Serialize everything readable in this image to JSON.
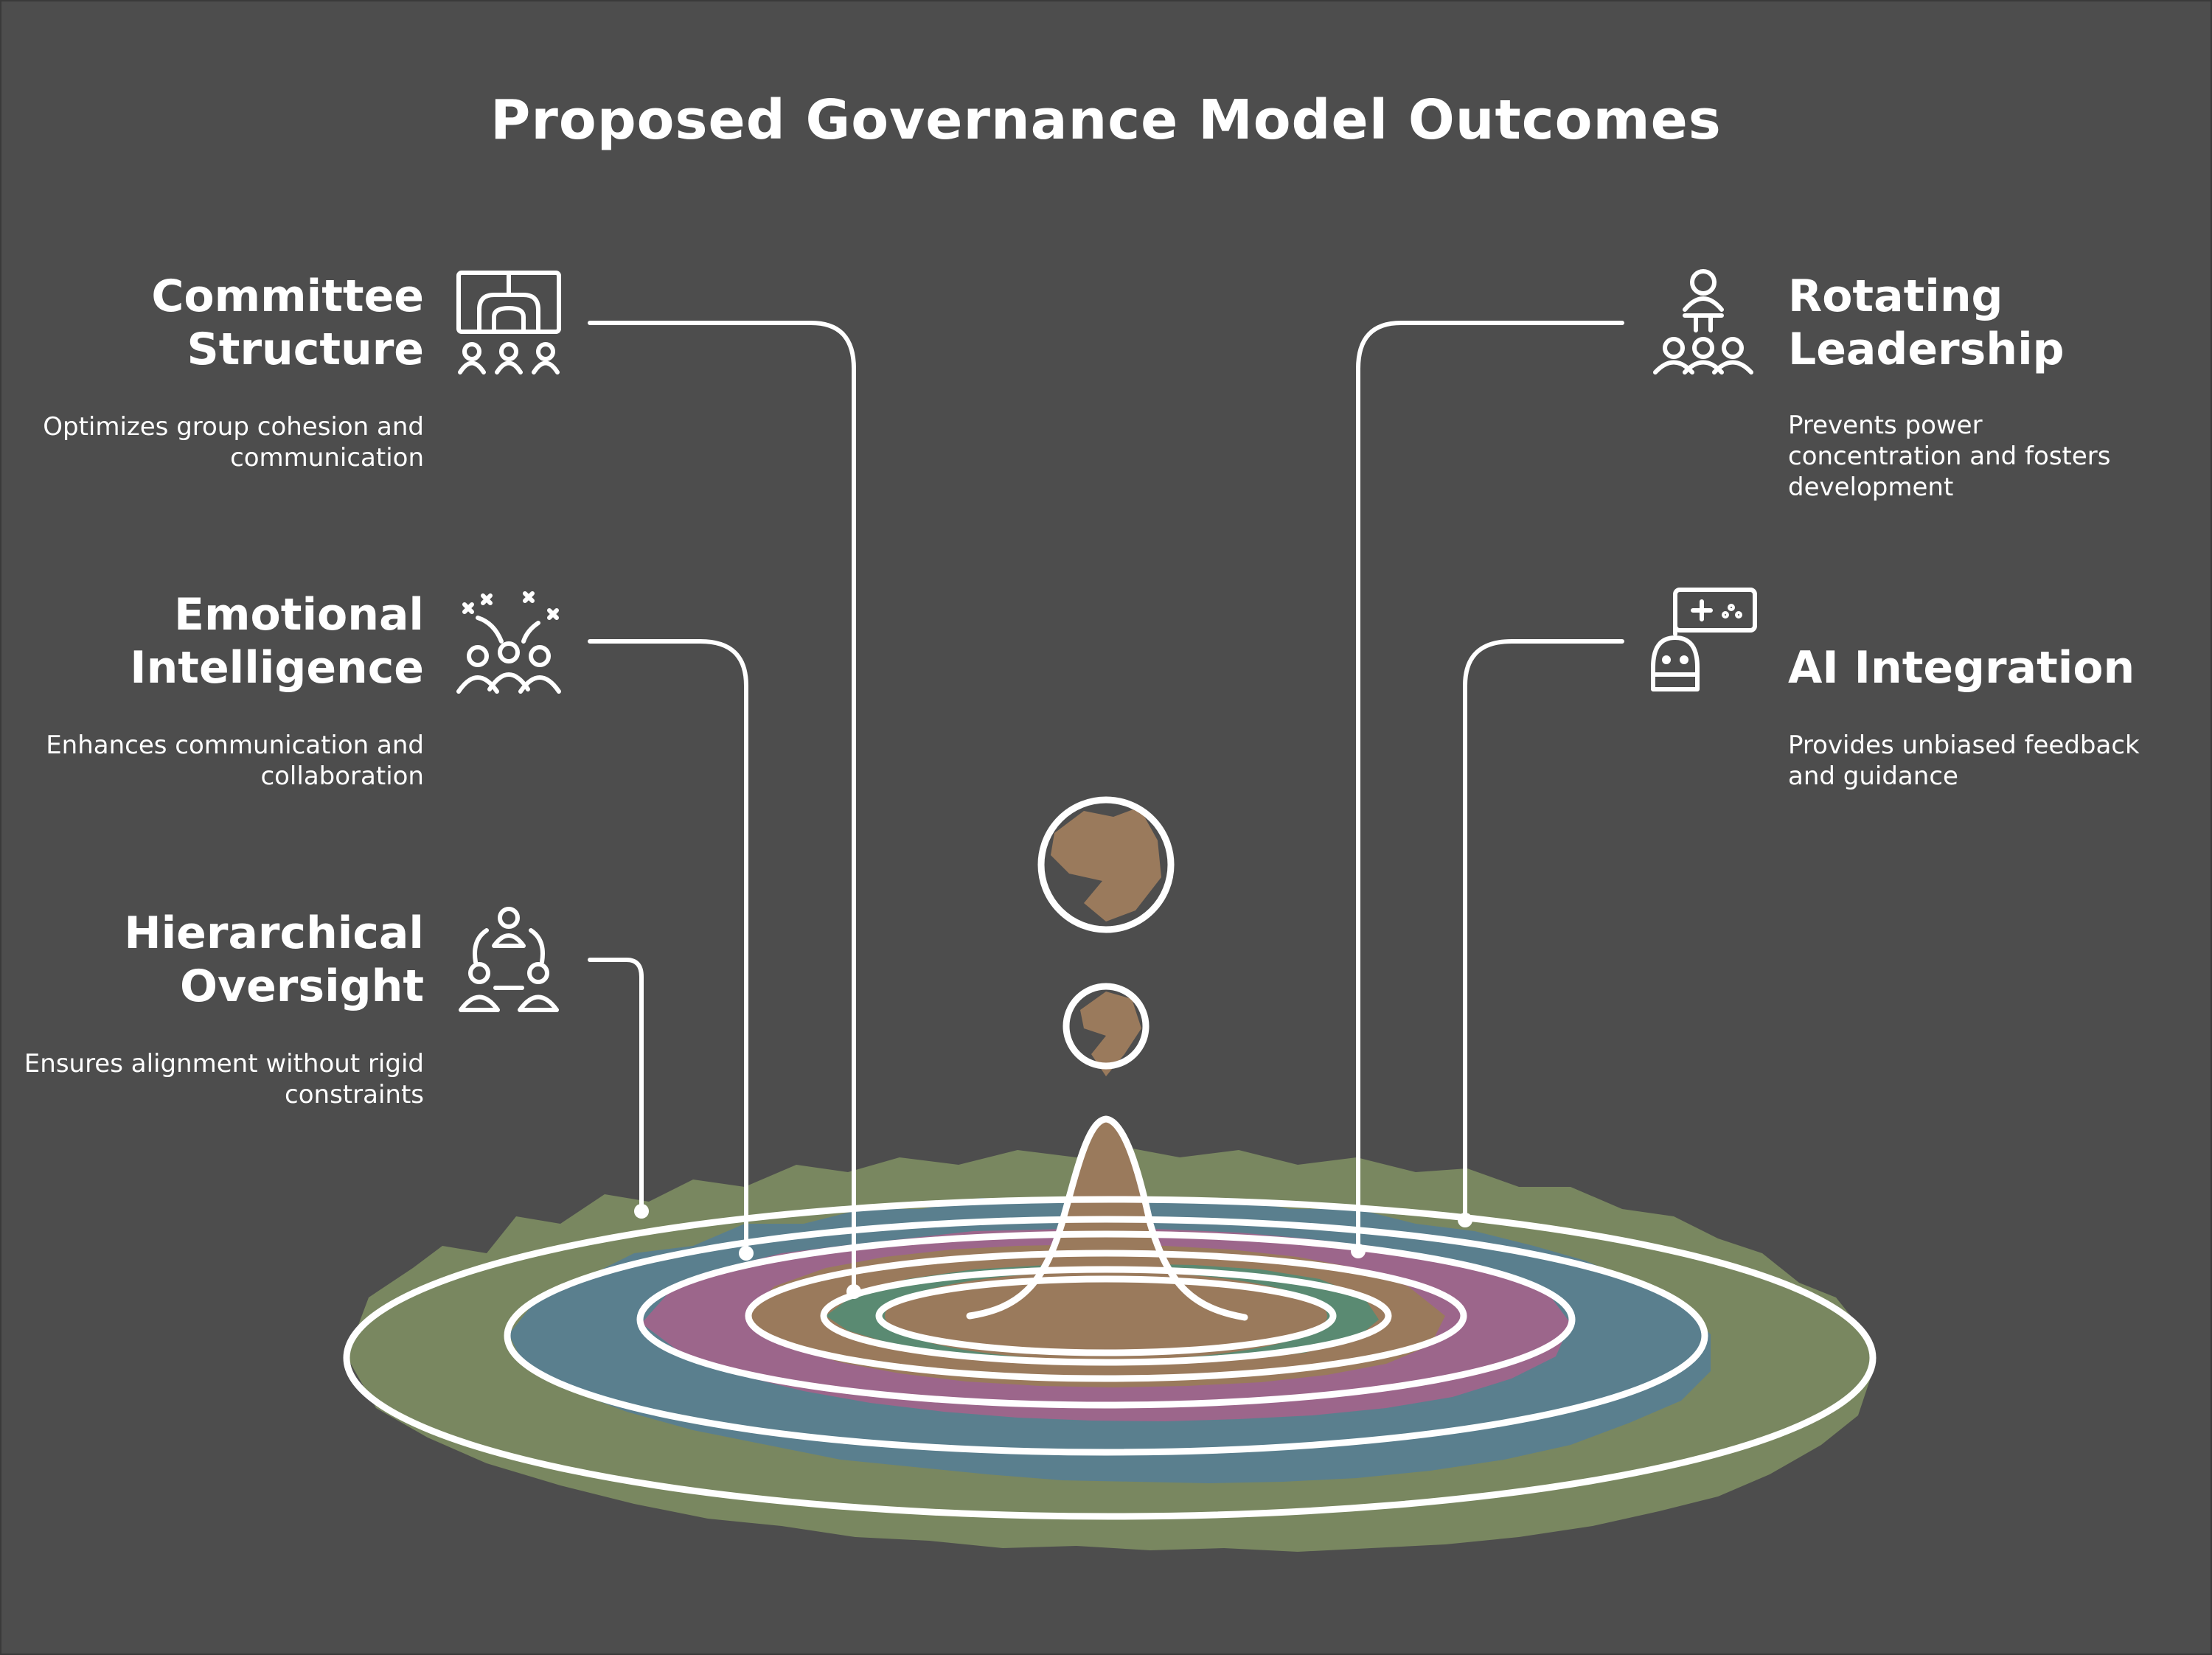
{
  "title": "Proposed Governance Model Outcomes",
  "colors": {
    "background": "#4d4d4d",
    "outer_ring": "#798760",
    "ring_2": "#5a7f8e",
    "ring_3": "#9c668b",
    "ring_4": "#9a7a5c",
    "ring_5": "#5a8a72",
    "center": "#9a7a5c",
    "stroke": "#ffffff"
  },
  "items": [
    {
      "heading": "Committee Structure",
      "description": "Optimizes group cohesion and communication",
      "icon": "committee-structure-icon"
    },
    {
      "heading": "Emotional Intelligence",
      "description": "Enhances communication and collaboration",
      "icon": "team-celebration-icon"
    },
    {
      "heading": "Hierarchical Oversight",
      "description": "Ensures alignment without rigid constraints",
      "icon": "hierarchy-people-icon"
    },
    {
      "heading": "Rotating Leadership",
      "description": "Prevents power concentration and fosters development",
      "icon": "leader-presenting-icon"
    },
    {
      "heading": "AI Integration",
      "description": "Provides unbiased feedback and guidance",
      "icon": "ai-robot-icon"
    }
  ]
}
